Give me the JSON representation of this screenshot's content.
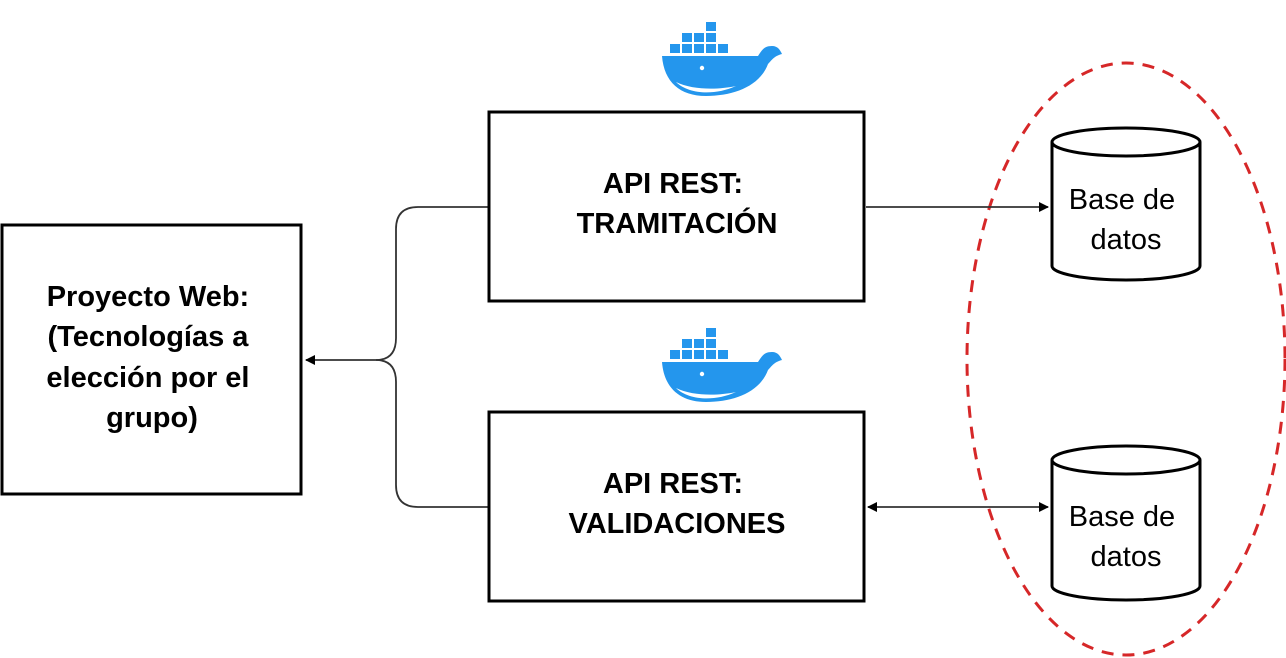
{
  "web_project": {
    "lines": [
      "Proyecto Web:",
      "(Tecnologías a",
      "elección por el",
      "grupo)"
    ]
  },
  "api_tramitacion": {
    "lines": [
      "API REST:",
      "TRAMITACIÓN"
    ]
  },
  "api_validaciones": {
    "lines": [
      "API REST:",
      "VALIDACIONES"
    ]
  },
  "db_top": {
    "lines": [
      "Base de",
      "datos"
    ]
  },
  "db_bottom": {
    "lines": [
      "Base de",
      "datos"
    ]
  },
  "colors": {
    "stroke": "#000000",
    "connector": "#333333",
    "dashed_ellipse": "#d62728",
    "docker_blue": "#2496ed"
  },
  "icons": {
    "container_icon": "docker-whale-icon"
  }
}
